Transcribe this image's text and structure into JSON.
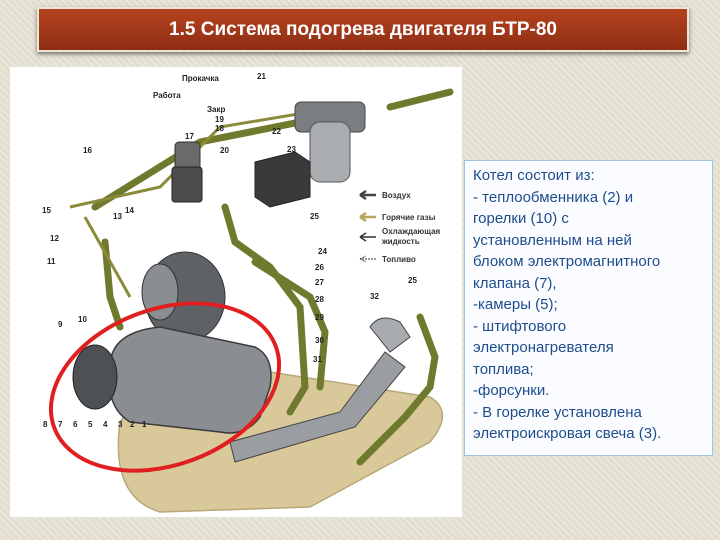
{
  "title": "1.5 Система подогрева двигателя БТР-80",
  "diagram": {
    "labels": {
      "prokachka": "Прокачка",
      "rabota": "Работа",
      "zakr": "Закр"
    },
    "numbers": [
      "1",
      "2",
      "3",
      "4",
      "5",
      "6",
      "7",
      "8",
      "9",
      "10",
      "11",
      "12",
      "13",
      "14",
      "15",
      "16",
      "17",
      "18",
      "19",
      "20",
      "21",
      "22",
      "23",
      "24",
      "25",
      "26",
      "27",
      "28",
      "29",
      "30",
      "31",
      "32"
    ],
    "legend": {
      "air": "Воздух",
      "hot_gases": "Горячие газы",
      "coolant_line1": "Охлаждающая",
      "coolant_line2": "жидкость",
      "fuel": "Топливо"
    },
    "colors": {
      "pipe_green": "#6f7a2e",
      "body_grey": "#8a8e92",
      "highlight_red": "#e02020",
      "tray_beige": "#d9c99a"
    }
  },
  "description": {
    "lines": [
      "Котел состоит из:",
      "- теплообменника (2) и",
      "горелки (10) с",
      "установленным на ней",
      "блоком электромагнитного",
      "клапана (7),",
      "-камеры (5);",
      "- штифтового",
      "электронагревателя",
      "топлива;",
      "-форсунки.",
      "- В горелке установлена",
      "электроискровая свеча (3)."
    ]
  }
}
